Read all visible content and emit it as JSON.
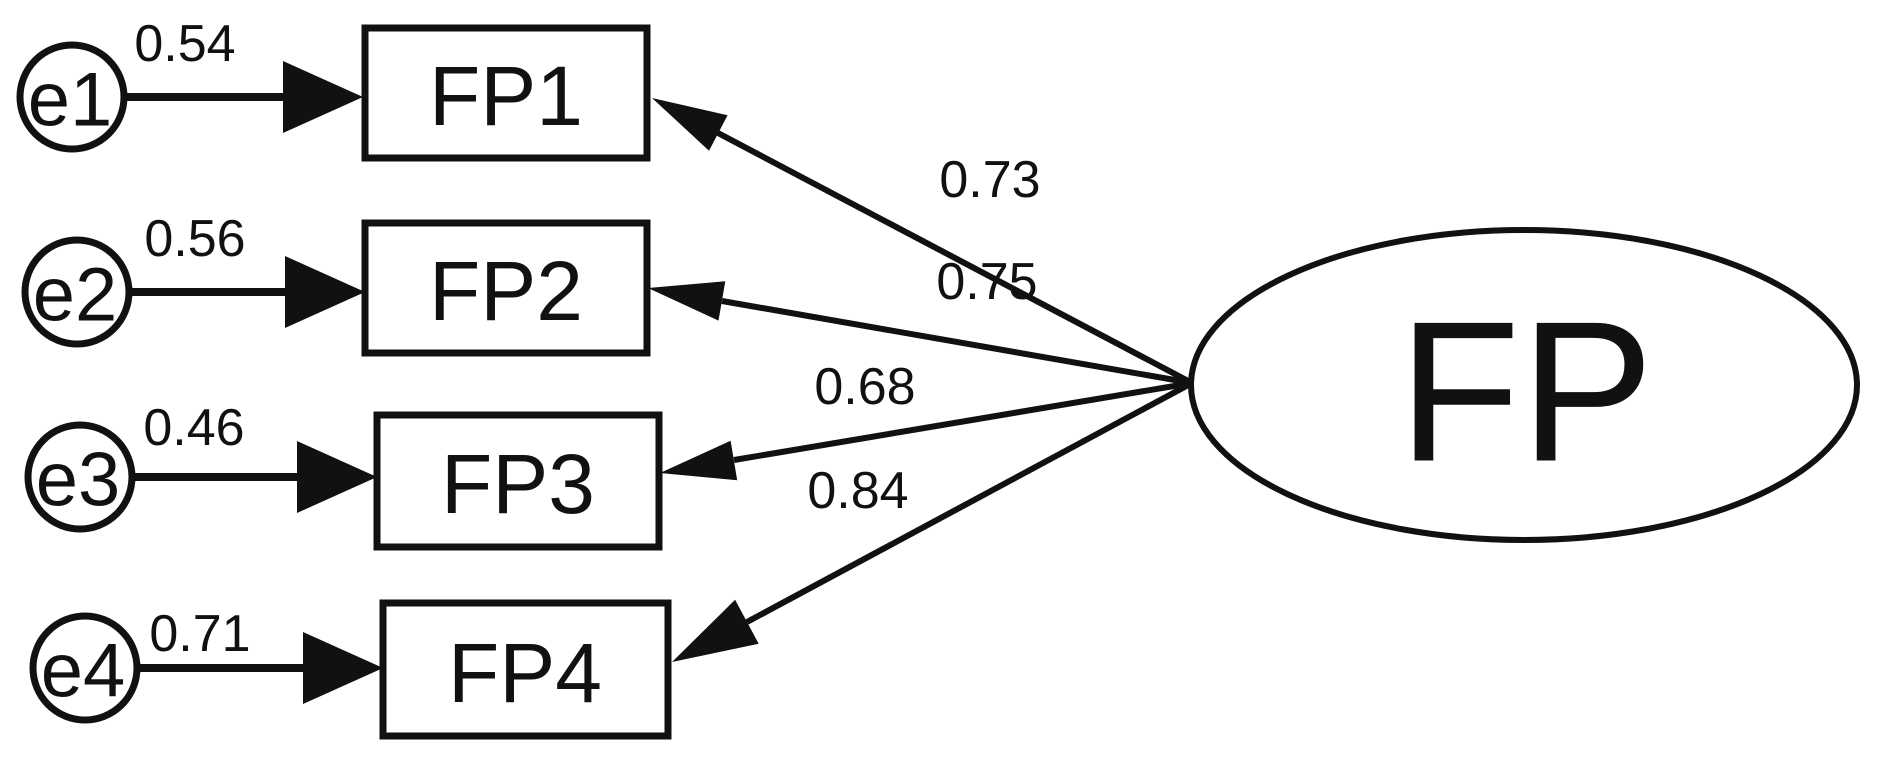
{
  "colors": {
    "ink": "#111111",
    "background": "#ffffff"
  },
  "latent_variable": {
    "label": "FP"
  },
  "indicators": [
    {
      "label": "FP1",
      "loading": "0.73",
      "error_label": "e1",
      "error_weight": "0.54"
    },
    {
      "label": "FP2",
      "loading": "0.75",
      "error_label": "e2",
      "error_weight": "0.56"
    },
    {
      "label": "FP3",
      "loading": "0.68",
      "error_label": "e3",
      "error_weight": "0.46"
    },
    {
      "label": "FP4",
      "loading": "0.84",
      "error_label": "e4",
      "error_weight": "0.71"
    }
  ]
}
